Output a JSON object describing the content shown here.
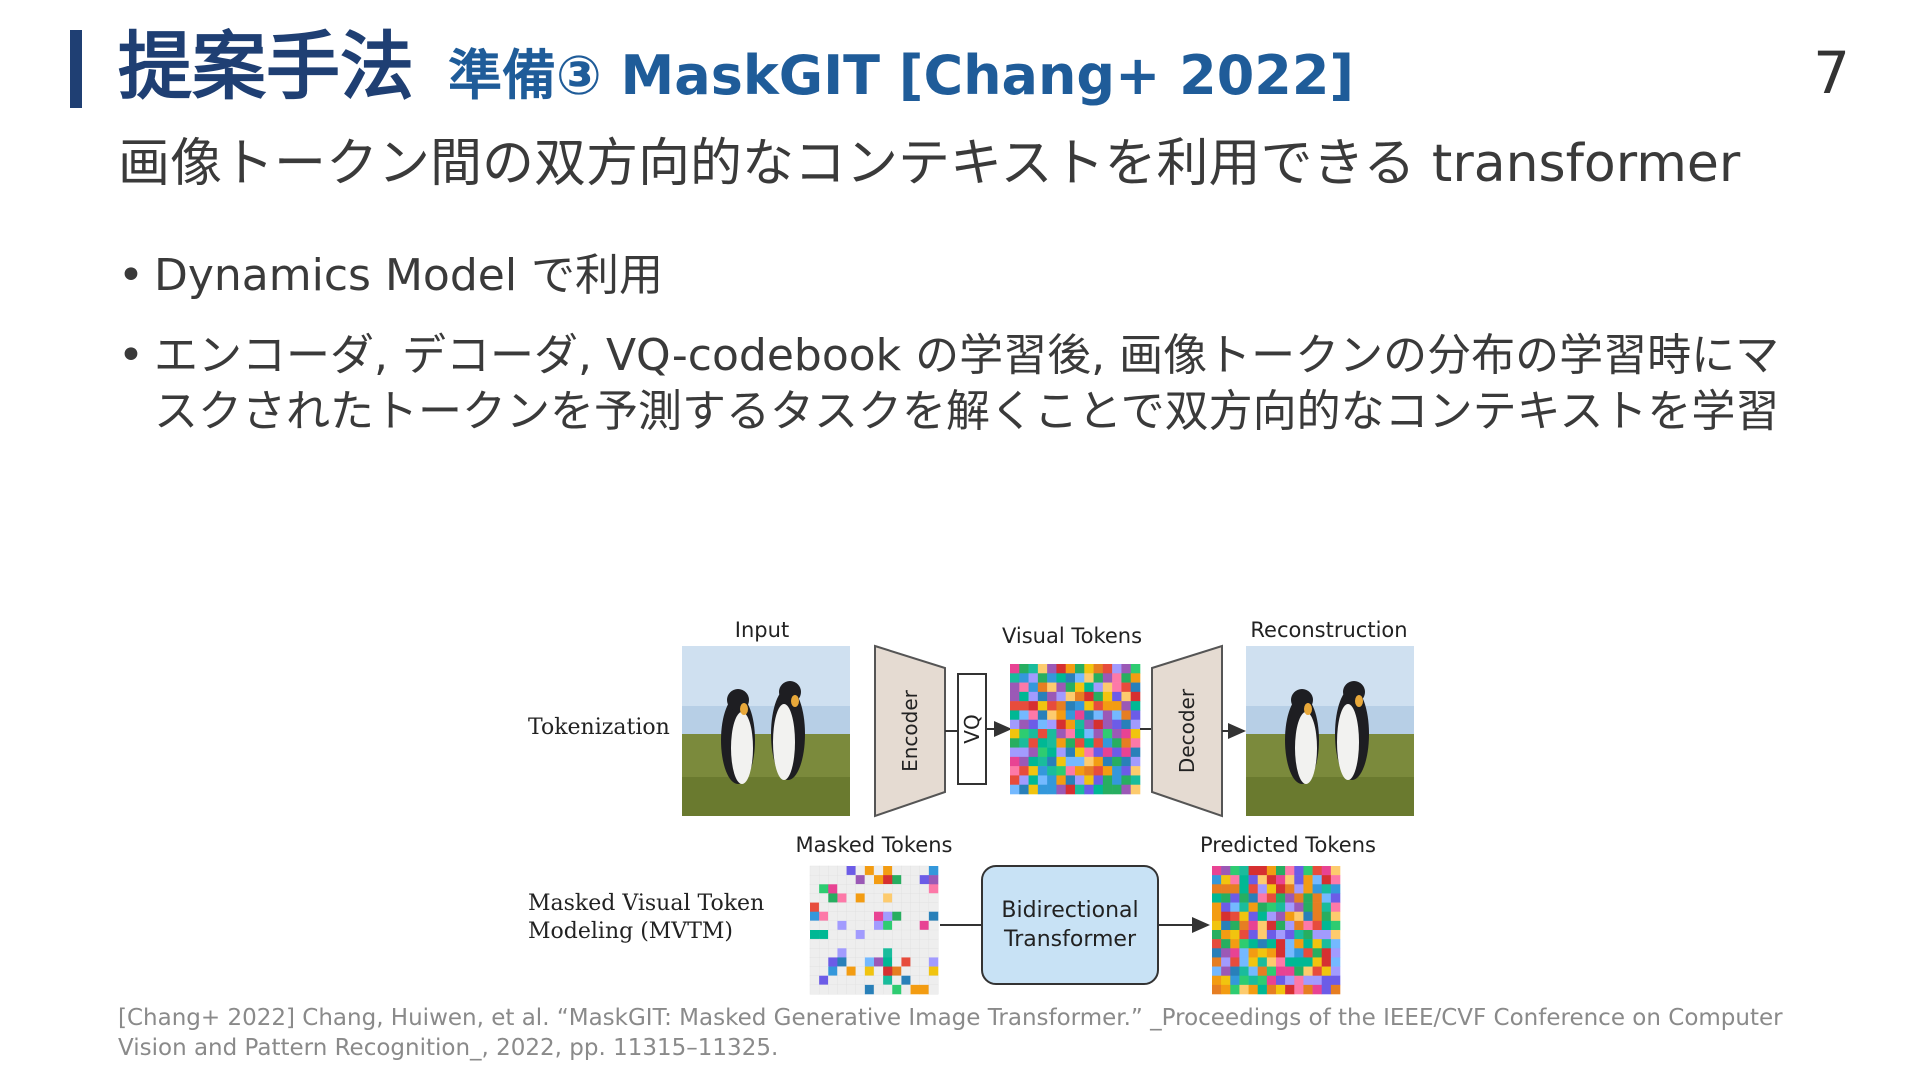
{
  "header": {
    "title_main": "提案手法",
    "title_sub": "準備③ MaskGIT [Chang+ 2022]",
    "page_number": "7",
    "subtitle": "画像トークン間の双方向的なコンテキストを利用できる transformer"
  },
  "bullets": [
    {
      "text": "Dynamics Model で利用"
    },
    {
      "text": "エンコーダ, デコーダ, VQ-codebook の学習後, 画像トークンの分布の学習時にマスクされたトークンを予測するタスクを解くことで双方向的なコンテキストを学習"
    }
  ],
  "figure": {
    "row_labels": {
      "tokenization": "Tokenization",
      "mvtm_line1": "Masked Visual Token",
      "mvtm_line2": "Modeling (MVTM)"
    },
    "labels": {
      "input": "Input",
      "visual_tokens": "Visual Tokens",
      "reconstruction": "Reconstruction",
      "masked_tokens": "Masked Tokens",
      "predicted_tokens": "Predicted Tokens",
      "encoder": "Encoder",
      "vq": "VQ",
      "decoder": "Decoder",
      "bidirectional_line1": "Bidirectional",
      "bidirectional_line2": "Transformer"
    },
    "colors": {
      "box_fill": "#c8e2f5",
      "trapezoid_fill": "#e5dbd2",
      "sky": "#b7cfe6",
      "grass": "#7b8a3c"
    }
  },
  "citation": "[Chang+ 2022] Chang, Huiwen, et al. “MaskGIT: Masked Generative Image Transformer.” _Proceedings of the IEEE/CVF Conference on Computer Vision and Pattern Recognition_, 2022, pp. 11315–11325."
}
